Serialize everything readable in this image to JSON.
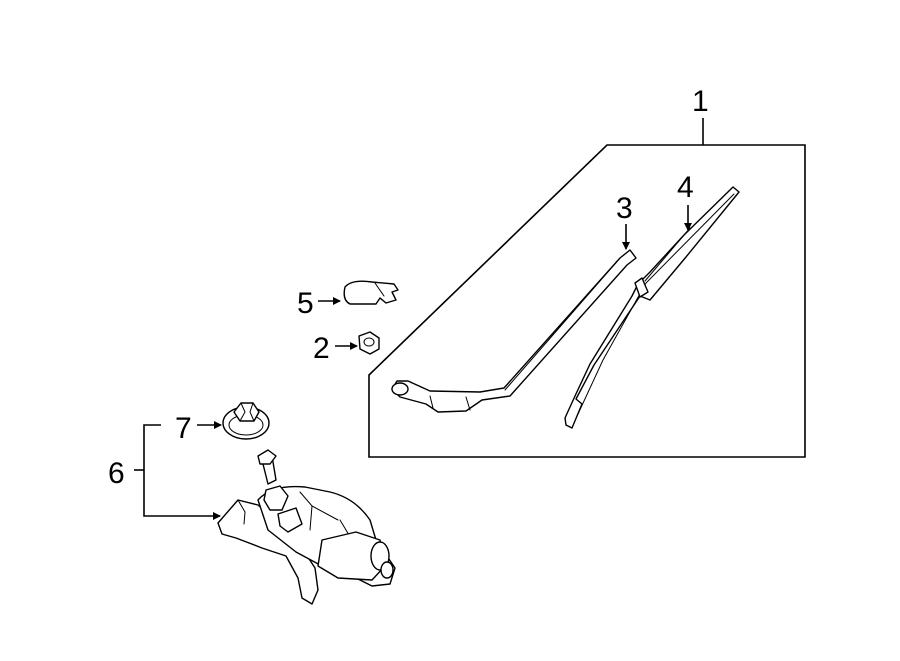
{
  "callouts": {
    "c1": "1",
    "c2": "2",
    "c3": "3",
    "c4": "4",
    "c5": "5",
    "c6": "6",
    "c7": "7"
  },
  "parts": [
    {
      "callout": "1",
      "icon": "wiper-arm-and-blade-assembly-icon"
    },
    {
      "callout": "2",
      "icon": "arm-nut-icon"
    },
    {
      "callout": "3",
      "icon": "wiper-arm-icon"
    },
    {
      "callout": "4",
      "icon": "wiper-blade-icon"
    },
    {
      "callout": "5",
      "icon": "pivot-cap-icon"
    },
    {
      "callout": "6",
      "icon": "wiper-motor-assembly-icon"
    },
    {
      "callout": "7",
      "icon": "grommet-nut-icon"
    }
  ],
  "colors": {
    "line": "#000000",
    "background": "#ffffff"
  }
}
